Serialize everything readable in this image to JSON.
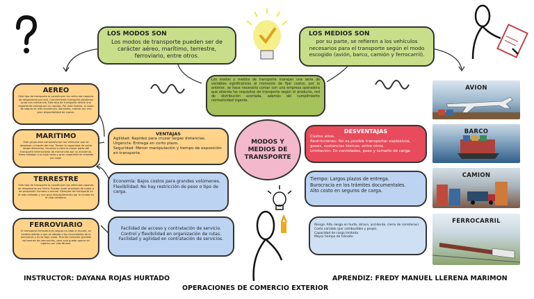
{
  "center": {
    "title": "MODOS Y MEDIOS DE TRANSPORTE"
  },
  "intro": {
    "text": "Los modos y medios de transporte manejan una serie de variables significativas al momento de fijar costos, por lo anterior, se hace necesario contar con una empresa operadora que atienda los requisitos de transporte según el producto, red de distribución acertada, además del cumplimiento normatividad vigente."
  },
  "modos": {
    "title": "LOS MODOS SON",
    "text": "Los modos de transporte pueden ser de carácter aéreo, marítimo, terrestre, ferroviario, entre otros."
  },
  "medios": {
    "title": "LOS MEDIOS SON",
    "text": "por su parte, se refieren a los vehículos necesarios para el transporte según el modo escogido (avión, barco, camión y ferrocarril)."
  },
  "modes": [
    {
      "title": "AEREO",
      "text": "Este tipo de transporte lo constituyen los vehículos capaces de desplazarse por aire. Comúnmente transporta pasajeros junto con mercancía. Este tipo de transporte ofrece una importante ventaja por su rapidez. Por este motivo, el costo de seguro es más económico. Asimismo, cuenta con una gran disponibilidad de vuelos."
    },
    {
      "title": "MARITIMO",
      "text": "Este grupo está compuesto por los vehículos que se desplazan a través del mar. Tienen la capacidad de cubrir largas distancias, llevando a cabo la mayor parte del transporte internacional de mercancías por su economía. Estos trabajan a su baja costo y gran capacidad de traslado por viaje."
    },
    {
      "title": "TERRESTRE",
      "text": "Este tipo de transporte lo constituyen los vehículos capaces de desplazarse por tierra. Pueden estar provistos de motor o de propulsión humana o animal. Ejemplos de transporte en el más utilizado y una gran desplazamiento por la ciudad en la vida cotidiana."
    },
    {
      "title": "FERROVIARIO",
      "text": "El transporte ferroviario es seguro en todo el mundo, en sentido debido a que se adapta a las necesidades de la mercancía y es de bajo costo. Permite trasladar grandes volúmenes de mercancías, pero solo puede operar en lugares con vías férreas."
    }
  ],
  "ventajas": {
    "title": "VENTAJAS",
    "lines": [
      "Agilidad: Rapidez para cruzar largas distancias.",
      "Urgencia: Entrega en corto plazo.",
      "Seguridad: Menor manipulación y tiempo de exposición en transporte."
    ]
  },
  "desventajas": {
    "title": "DESVENTAJAS",
    "lines": [
      "Costos altos.",
      "Restricciones: No es posible transportar explosivos, gases, sustancias tóxicas, entre otros.",
      "Limitación: En cantidades, peso y tamaño de carga."
    ]
  },
  "ventajas_terrestre": {
    "lines": [
      "Economía: Bajos costos para grandes volúmenes.",
      "Flexibilidad: No hay restricción de peso o tipo de carga."
    ]
  },
  "ventajas_ferro": {
    "lines": [
      "Facilidad de acceso y contratación de servicio.",
      "Control y flexibilidad en organización de rutas.",
      "Facilidad y agilidad en contratación de servicios."
    ]
  },
  "desv_terrestre": {
    "lines": [
      "Tiempo: Largos plazos de entrega.",
      "Burocracia en los trámites documentales.",
      "Alto costo en seguros de carga."
    ]
  },
  "desv_ferro": {
    "lines": [
      "Riesgo: Alto riesgo en hurto, atraco, accidente, cierre de carreteras).",
      "Costo variable (por combustible y peaje).",
      "Capacidad de carga limitada.",
      "Mayor tiempo de tránsito."
    ]
  },
  "photos": [
    {
      "label": "AVION",
      "color": "#5a8fb5"
    },
    {
      "label": "BARCO",
      "color": "#3c6f9a"
    },
    {
      "label": "CAMION",
      "color": "#8a4a3a"
    },
    {
      "label": "FERROCARRIL",
      "color": "#6f8a5a"
    }
  ],
  "footer": {
    "instructor": "INSTRUCTOR: DAYANA ROJAS HURTADO",
    "course": "OPERACIONES DE COMERCIO EXTERIOR",
    "student": "APRENDIZ: FREDY MANUEL LLERENA MARIMON"
  },
  "icons": [
    "question-mark-icon",
    "lightbulb-check-icon",
    "lightbulb-idea-icon",
    "person-clipboard-icon",
    "person-thinking-icon",
    "spring-icon"
  ]
}
